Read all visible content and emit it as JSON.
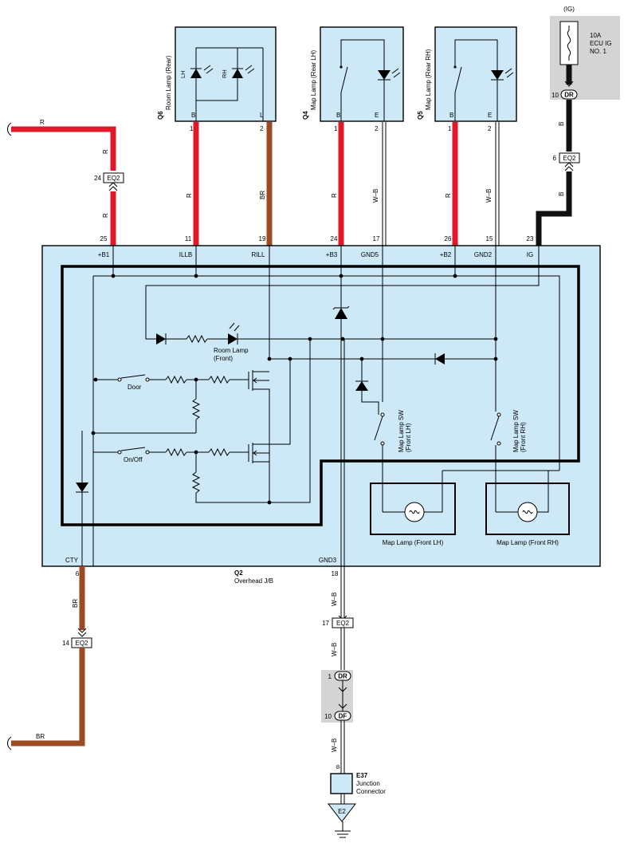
{
  "ig_box": {
    "label": "(IG)",
    "fuse": "10A",
    "fuse_name_1": "ECU IG",
    "fuse_name_2": "NO. 1",
    "pin": "10",
    "conn": "DR"
  },
  "wire_colors": {
    "red": "#e0182a",
    "brown": "#9c4a23",
    "black": "#111111",
    "w_b": "#000000"
  },
  "wire_labels": {
    "r": "R",
    "br": "BR",
    "b": "B",
    "wb": "W–B"
  },
  "left_connector": {
    "pin": "24",
    "name": "EQ2"
  },
  "left_bottom_connector": {
    "pin": "14",
    "name": "EQ2"
  },
  "ig_eq2": {
    "pin": "6",
    "name": "EQ2"
  },
  "q6": {
    "code": "Q6",
    "name": "Room Lamp (Rear)",
    "lh": "LH",
    "rh": "RH",
    "pin_b": "B",
    "pin_l": "L",
    "pin1": "1",
    "pin2": "2"
  },
  "q4": {
    "code": "Q4",
    "name": "Map Lamp (Rear LH)",
    "pin_b": "B",
    "pin_e": "E",
    "pin1": "1",
    "pin2": "2"
  },
  "q5": {
    "code": "Q5",
    "name": "Map Lamp (Rear RH)",
    "pin_b": "B",
    "pin_e": "E",
    "pin1": "1",
    "pin2": "2"
  },
  "jb_top_pins": [
    {
      "num": "25",
      "name": "+B1"
    },
    {
      "num": "11",
      "name": "ILLB"
    },
    {
      "num": "19",
      "name": "RILL"
    },
    {
      "num": "24",
      "name": "+B3"
    },
    {
      "num": "17",
      "name": "GND5"
    },
    {
      "num": "26",
      "name": "+B2"
    },
    {
      "num": "15",
      "name": "GND2"
    },
    {
      "num": "23",
      "name": "IG"
    }
  ],
  "jb_bottom_pins": [
    {
      "num": "6",
      "name": "CTY"
    },
    {
      "num": "18",
      "name": "GND3"
    }
  ],
  "internal": {
    "room_lamp_front_1": "Room Lamp",
    "room_lamp_front_2": "(Front)",
    "door": "Door",
    "onoff": "On/Off",
    "map_sw_lh_1": "Map Lamp SW",
    "map_sw_lh_2": "(Front LH)",
    "map_sw_rh_1": "Map Lamp SW",
    "map_sw_rh_2": "(Front RH)",
    "map_lamp_lh": "Map Lamp (Front LH)",
    "map_lamp_rh": "Map Lamp (Front RH)"
  },
  "q2": {
    "code": "Q2",
    "name": "Overhead J/B"
  },
  "ground_path": {
    "eq2_pin": "17",
    "eq2_name": "EQ2",
    "dr_pin": "1",
    "dr_name": "DR",
    "df_pin": "10",
    "df_name": "DF",
    "e37_pin": "8",
    "e37_code": "E37",
    "e37_name_1": "Junction",
    "e37_name_2": "Connector",
    "ground": "E2"
  }
}
